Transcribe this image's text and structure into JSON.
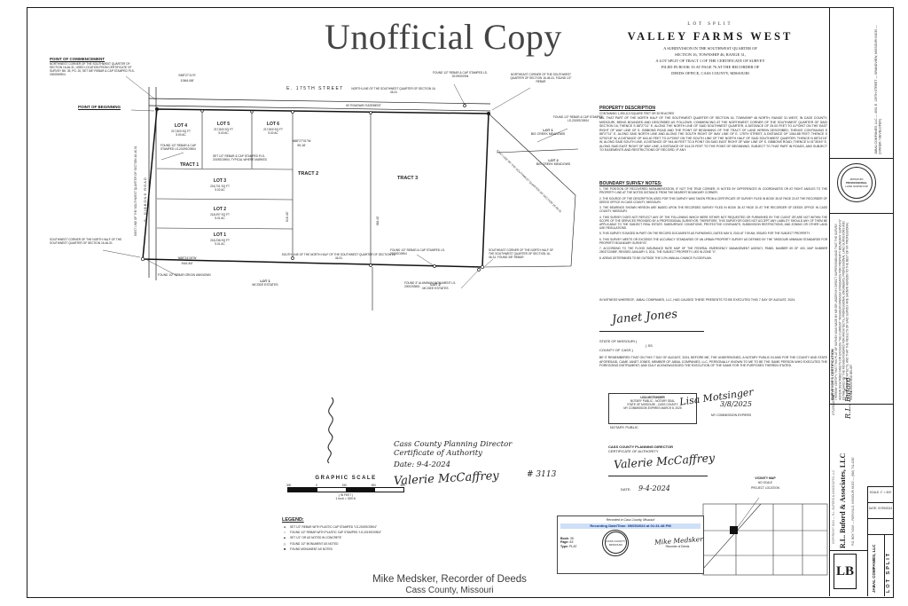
{
  "watermark": "Unofficial Copy",
  "title_block": {
    "kicker": "LOT SPLIT",
    "title": "VALLEY FARMS WEST",
    "sub1": "A SUBDIVISION IN THE SOUTHWEST QUARTER OF",
    "sub2": "SECTION 16, TOWNSHIP 46, RANGE 31,",
    "sub3": "A LOT SPLIT OF TRACT 1 OF THE CERTIFICATE OF SURVEY",
    "sub4": "FILED IN BOOK 35 AT PAGE 76 AT THE RECORDER OF",
    "sub5": "DEEDS OFFICE, CASS COUNTY, MISSOURI"
  },
  "property_description": {
    "heading": "PROPERTY DESCRIPTION",
    "containing": "CONTAINING 1,350,113 SQUARE FEET OR 30.99 ACRES",
    "body": "ALL THAT PART OF THE NORTH HALF OF THE SOUTHWEST QUARTER OF SECTION 16, TOWNSHIP 46 NORTH, RANGE 31 WEST, IN CASS COUNTY, MISSOURI, BEING BOUNDED AND DESCRIBED AS FOLLOWS: COMMENCING AT THE NORTHWEST CORNER OF THE SOUTHWEST QUARTER OF SAID SECTION 16; THENCE S 88°27'11\" E, ALONG THE NORTH LINE OF SAID SOUTHWEST QUARTER, A DISTANCE OF 25.00 FEET TO A POINT ON THE EAST RIGHT OF WAY LINE OF S. GIBBONS ROAD AND THE POINT OF BEGINNING OF THE TRACT OF LAND HEREIN DESCRIBED; THENCE CONTINUING S 88°27'11\" E, ALONG SAID NORTH LINE AND ALONG THE SOUTH RIGHT OF WAY LINE OF E. 175TH STREET, A DISTANCE OF 1064.88 FEET; THENCE S 02°53'18\" W, A DISTANCE OF 616.40 FEET TO A POINT ON THE SOUTH LINE OF THE NORTH HALF OF SAID SOUTHWEST QUARTER; THENCE N 88°24'15\" W, ALONG SAID SOUTH LINE, A DISTANCE OF 944.46 FEET TO A POINT ON SAID EAST RIGHT OF WAY LINE OF S. GIBBONS ROAD; THENCE N 01°35'49\" E, ALONG SAID EAST RIGHT OF WAY LINE, A DISTANCE OF 614.23 FEET TO THE POINT OF BEGINNING. SUBJECT TO THAT PART IN ROADS, AND SUBJECT TO EASEMENTS AND RESTRICTIONS OF RECORD, IF ANY."
  },
  "survey_notes": {
    "heading": "BOUNDARY SURVEY NOTES:",
    "notes": [
      "1.  THE POSITION OF RECOVERED MONUMENTATION, IF NOT THE TRUE CORNER, IS NOTED BY DIFFERENCES IN COORDINATES OR AT RIGHT ANGLES TO THE PROPERTY LINE AT THE NOTED DISTANCE FROM THE NEAREST BOUNDARY CORNER.",
      "2.  THE SOURCE OF THE DESCRIPTION USED FOR THIS SURVEY WAS TAKEN FROM A CERTIFICATE OF SURVEY FILED IN BOOK 35 AT PAGE 20 AT THE RECORDER OF DEEDS OFFICE IN CASS COUNTY, MISSOURI.",
      "3.  THE BEARINGS SHOWN HEREON ARE BASED UPON THE RECORDED SURVEY FILED IN BOOK 35 AT PAGE 20 AT THE RECORDER OF DEEDS OFFICE IN CASS COUNTY, MISSOURI.",
      "4.  THIS SURVEY DOES NOT REFLECT ANY OF THE FOLLOWING WHICH WERE EITHER NOT REQUESTED OR FURNISHED BY THE CLIENT OR ARE NOT WITHIN THE SCOPE OF THE SERVICES PROVIDED BY A PROFESSIONAL SURVEYOR; THEREFORE, THIS SURVEYOR DOES NOT ACCEPT ANY LIABILITY SHOULD ANY OF THEM BE APPLICABLE TO THE SUBJECT REAL ESTATE: SUBSURFACE CONDITIONS, PROTECTIVE COVENANTS, SUBDIVISION RESTRICTIONS, AND ZONING OR OTHER LAND USE REGULATIONS.",
      "5.  THIS SURVEY IS BASED IN PART ON THE RECORD DOCUMENTS AS FURNISHED, DATED MAY 8, 2024 AT 7:59 AM, ISSUED FOR THE SUBJECT PROPERTY.",
      "6.  THIS SURVEY MEETS OR EXCEEDS THE ACCURACY STANDARDS OF AN URBAN PROPERTY SURVEY AS DEFINED BY THE \"MISSOURI MINIMUM STANDARDS FOR PROPERTY BOUNDARY SURVEYS\".",
      "7.  ACCORDING TO THE FLOOD INSURANCE RATE MAP OF THE FEDERAL EMERGENCY MANAGEMENT AGENCY, PANEL NUMBER 69 OF 400, MAP NUMBER 29037C0069F, REVISED JANUARY 3, 2011, THE SUBJECT PROPERTY LIES IN ZONE \"X\".",
      "8.  AREAS DETERMINED TO BE OUTSIDE THE 0.2% ANNUAL CHANCE FLOODPLAIN."
    ]
  },
  "witness": {
    "text": "IN WITNESS WHEREOF, JABAL COMPANIES, LLC, HAS CAUSED THESE PRESENTS TO BE EXECUTED THIS 7 DAY OF AUGUST, 2024.",
    "signature": "Janet Jones",
    "state": "STATE OF MISSOURI  )",
    "ss": ")  SS",
    "county": "COUNTY OF CASS  )",
    "ack": "BE IT REMEMBERED THAT ON THIS 7 DAY OF AUGUST, 2024, BEFORE ME, THE UNDERSIGNED, A NOTARY PUBLIC IN AND FOR THE COUNTY AND STATE AFORESAID, CAME JANET JONES, MEMBER OF JABAL COMPANIES, LLC, PERSONALLY KNOWN TO ME TO BE THE SAME PERSON WHO EXECUTED THE FOREGOING INSTRUMENT, AND DULY ACKNOWLEDGED THE EXECUTION OF THE SAME FOR THE PURPOSES THEREIN STATED."
  },
  "notary": {
    "stamp_line1": "LISA MOTSINGER",
    "stamp_line2": "NOTARY PUBLIC - NOTARY SEAL",
    "stamp_line3": "STATE OF MISSOURI - CASS COUNTY",
    "stamp_line4": "MY COMMISSION EXPIRES MARCH 8, 2025",
    "signature": "Lisa Motsinger",
    "public_label": "NOTARY PUBLIC",
    "expires_date": "3/8/2025",
    "expires_label": "MY COMMISSION EXPIRES"
  },
  "planning_typed": {
    "line1": "CASS COUNTY PLANNING DIRECTOR",
    "line2": "CERTIFICATE OF AUTHORITY",
    "signature": "Valerie McCaffrey",
    "date_label": "DATE:",
    "date": "9-4-2024"
  },
  "planning_hand": {
    "line1": "Cass County Planning Director",
    "line2": "Certificate of Authority",
    "date": "Date: 9-4-2024",
    "signature": "Valerie McCaffrey",
    "number": "# 3113"
  },
  "graphic_scale": {
    "title": "GRAPHIC SCALE",
    "tick1": "300",
    "tick2": "0",
    "tick3": "150",
    "tick4": "300",
    "tick5": "600",
    "in_feet": "( IN FEET )",
    "ratio": "1 inch = 300 ft."
  },
  "legend": {
    "heading": "LEGEND:",
    "items": [
      {
        "sym": "●",
        "label": "SET 1/2\" REBAR WITH PLASTIC CAP STAMPED \"LS-2019SO0904\""
      },
      {
        "sym": "○",
        "label": "FOUND 1/2\" REBAR WITH PLASTIC CAP STAMPED \"LS-2019SO0904\""
      },
      {
        "sym": "▲",
        "label": "SET 1/2\" OR AS NOTED IN CONCRETE"
      },
      {
        "sym": "△",
        "label": "FOUND 1/2\" MONUMENT AS NOTED"
      },
      {
        "sym": "■",
        "label": "FOUND MONUMENT AS NOTED"
      }
    ]
  },
  "recorder": {
    "header": "Recorded in Cass County, Missouri",
    "datetime": "Recording Date/Time: 09/05/2024 at 01:31:48 PM",
    "book_label": "Book:",
    "book": "35",
    "page_label": "Page:",
    "page": "83",
    "type_label": "Type:",
    "type": "PLAT",
    "seal_line1": "CASS COUNTY",
    "seal_line2": "MISSOURI",
    "signer": "Mike Medsker",
    "signer_title": "Recorder of Deeds"
  },
  "caption": {
    "line1": "Mike Medsker, Recorder of Deeds",
    "line2": "Cass County, Missouri"
  },
  "vicinity": {
    "title": "VICINITY MAP",
    "scale": "NO SCALE",
    "project": "PROJECT LOCATION"
  },
  "sidebar": {
    "owner": "JABAL COMPANIES, LLC — 4001 E. 139TH STREET — GRANDVIEW, MISSOURI 64030 — (OWNER / DEVELOPER)",
    "seal1": "MISSOURI",
    "seal2": "PROFESSIONAL",
    "seal3": "LAND SURVEYOR",
    "cert_heading": "SURVEYOR'S CERTIFICATION",
    "cert_body": "I HEREBY CERTIFY THAT THIS PLAT OF SURVEY WAS MADE BY ME OR UNDER MY DIRECT SUPERVISION AND THAT THE SURVEY HEREIN DESCRIBED MEETS OR EXCEEDS THE CURRENT \"MISSOURI MINIMUM STANDARDS FOR PROPERTY BOUNDARY SURVEYS\" ESTABLISHED BY THE MISSOURI BOARD FOR ARCHITECTS, PROFESSIONAL ENGINEERS, PROFESSIONAL LAND SURVEYORS AND LANDSCAPE ARCHITECTS, AND THAT THE RESULTS OF SAID SURVEY ARE SHOWN HEREON TO THE BEST OF MY PROFESSIONAL KNOWLEDGE AND BELIEF.",
    "cert_sig": "R.L. Buford",
    "cert_date": "07/29/2024",
    "firm": "R.L. Buford & Associates, LLC",
    "firm_addr": "P.O. BOX 74049 — PARKVILLE, MISSOURI 64152 — (816) 741-4200",
    "copyright": "COPYRIGHT 2024 — R.L. BUFORD & ASSOCIATES, LLC",
    "scale_row": "SCALE: 1\" = 300'",
    "date_row": "DATE: 07/29/2024",
    "jabal": "JABAL COMPANIES, LLC",
    "lot_split": "LOT SPLIT",
    "logo": "LB"
  },
  "plat": {
    "poc_title": "POINT OF COMMENCEMENT",
    "poc_body": "NORTHWEST CORNER OF THE SOUTHWEST QUARTER OF SECTION 16-46-31, USED LOCATION FROM CERTIFICATE OF SURVEY BK. 35, PG. 20, SET 5/8\" REBAR & CAP STAMPED PLS-2000500904",
    "pob": "POINT OF BEGINNING",
    "street": "E. 175TH STREET",
    "road": "S. GIBBONS ROAD",
    "easement": "60' ROADWAY EASEMENT",
    "found_cap": "FOUND 1/2\" REBAR & CAP STAMPED LS-2019SO0904",
    "set_typical": "SET 1/2\" REBAR & CAP STAMPED PLS-2019SO0904, TYPICAL WHERE MARKED",
    "origin_unknown": "FOUND 1/2\" REBAR ORIGIN UNKNOWN",
    "alum": "FOUND 3\" ALUMINUM MONUMENT LS-2000203651",
    "lines": {
      "north": "NORTH LINE OF THE SOUTHWEST QUARTER OF SECTION 16-46-31",
      "south": "SOUTH LINE OF THE NORTH HALF OF THE SOUTHWEST QUARTER OF SECTION 16-46-31",
      "west": "WEST LINE OF THE SOUTHWEST QUARTER OF SECTION 16-46-31",
      "east": "EAST LINE OF THE SOUTHWEST QUARTER OF SECTION 16-46-31"
    },
    "corners": {
      "ne": "NORTHEAST CORNER OF THE SOUTHWEST QUARTER OF SECTION 16-46-31, FOUND 1/2\" REBAR",
      "sw": "SOUTHWEST CORNER OF THE NORTH HALF OF THE SOUTHWEST QUARTER OF SECTION 16-46-31",
      "se": "SOUTHEAST CORNER OF THE NORTH HALF OF THE SOUTHWEST QUARTER OF SECTION 16-46-31, FOUND 3/8\" REBAR"
    },
    "dims": {
      "n_bearing": "S88°27'11\"E",
      "n_dist": "1064.88'",
      "mid_bearing": "N88°27'01\"W",
      "mid_dist": "95.18'",
      "s_bearing": "N88°24'15\"W",
      "s_dist": "944.46'",
      "e_dist": "616.40'"
    },
    "tracts": {
      "t1": "TRACT 1",
      "t2": "TRACT 2",
      "t3": "TRACT 3"
    },
    "lots": {
      "lot4": {
        "label": "LOT 4",
        "area": "217,800 SQ FT",
        "ac": "5.00 AC"
      },
      "lot5": {
        "label": "LOT 5",
        "area": "217,800 SQ FT",
        "ac": "5.00 AC"
      },
      "lot6": {
        "label": "LOT 6",
        "area": "217,800 SQ FT",
        "ac": "5.00 AC"
      },
      "lot3": {
        "label": "LOT 3",
        "area": "218,701 SQ FT",
        "ac": "5.02 AC"
      },
      "lot2": {
        "label": "LOT 2",
        "area": "218,097 SQ FT",
        "ac": "5.01 AC"
      },
      "lot1": {
        "label": "LOT 1",
        "area": "218,236 SQ FT",
        "ac": "5.01 AC"
      }
    },
    "big_creek": {
      "lot1": "LOT 1",
      "lot2": "LOT 2",
      "name": "BIG CREEK MEADOWS"
    },
    "mcgee": {
      "lot1": "LOT 1",
      "lot2": "LOT 2",
      "name": "MCGEE ESTATES"
    }
  }
}
